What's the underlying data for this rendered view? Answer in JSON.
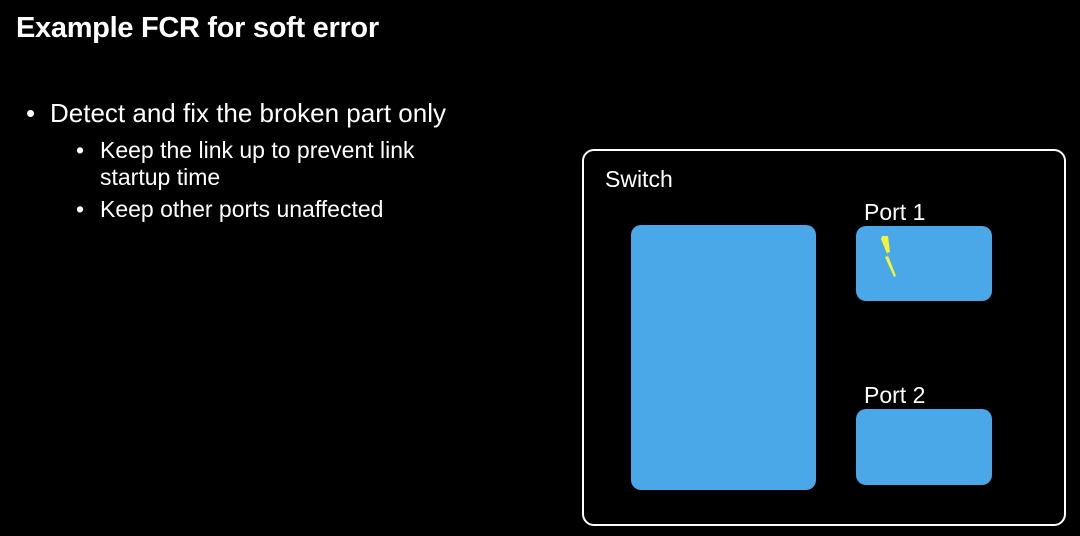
{
  "slide": {
    "title": "Example FCR for soft error",
    "bullet_main": "Detect and fix the broken part only",
    "sub_bullet_1_line1": "Keep the link up to prevent link",
    "sub_bullet_1_line2": "startup time",
    "sub_bullet_2": "Keep other ports unaffected",
    "bullet_glyph": "•"
  },
  "diagram": {
    "switch_label": "Switch",
    "port1_label": "Port 1",
    "port2_label": "Port 2",
    "error_icon": "lightning-bolt-icon"
  },
  "colors": {
    "background": "#000000",
    "text": "#ffffff",
    "block_fill": "#4aa8e8",
    "bolt_fill": "#f4f53a"
  }
}
